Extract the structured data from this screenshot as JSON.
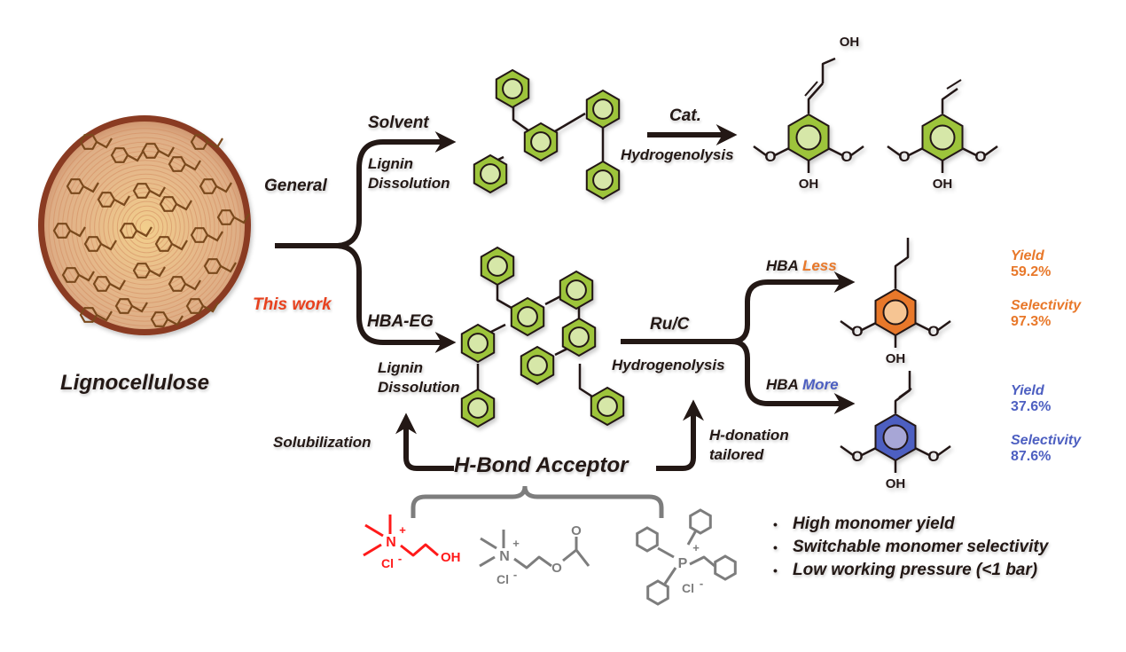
{
  "figure": {
    "source_label": "Lignocellulose",
    "general_route": {
      "branch_label": "General",
      "step1_above": "Solvent",
      "step1_below_line1": "Lignin",
      "step1_below_line2": "Dissolution",
      "step2_above": "Cat.",
      "step2_below": "Hydrogenolysis",
      "products": [
        {
          "name": "coniferyl-type alcohol",
          "substituent_label": "OH",
          "phenol_label": "OH",
          "methoxy_label": "O"
        },
        {
          "name": "vinyl-type monomer",
          "phenol_label": "OH",
          "methoxy_label": "O"
        }
      ]
    },
    "this_work_route": {
      "branch_label": "This work",
      "step1_above": "HBA-EG",
      "step1_below_line1": "Lignin",
      "step1_below_line2": "Dissolution",
      "step2_above": "Ru/C",
      "step2_below": "Hydrogenolysis",
      "outcomes": [
        {
          "condition_prefix": "HBA",
          "condition": "Less",
          "yield_label": "Yield",
          "yield_value": "59.2%",
          "selectivity_label": "Selectivity",
          "selectivity_value": "97.3%",
          "color": "#e8782a",
          "phenol_label": "OH"
        },
        {
          "condition_prefix": "HBA",
          "condition": "More",
          "yield_label": "Yield",
          "yield_value": "37.6%",
          "selectivity_label": "Selectivity",
          "selectivity_value": "87.6%",
          "color": "#4d5fc1",
          "phenol_label": "OH"
        }
      ]
    },
    "hba": {
      "title": "H-Bond Acceptor",
      "left_effect": "Solubilization",
      "right_effect_line1": "H-donation",
      "right_effect_line2": "tailored",
      "molecules": [
        {
          "name": "choline chloride",
          "cation_atom": "N",
          "charge": "+",
          "anion": "Cl",
          "anion_charge": "-",
          "tail": "OH",
          "color": "#ff1a1a"
        },
        {
          "name": "acetylcholine chloride",
          "cation_atom": "N",
          "charge": "+",
          "anion": "Cl",
          "anion_charge": "-",
          "ester_o1": "O",
          "ester_o2": "O",
          "color": "#7d7d7d"
        },
        {
          "name": "benzyltriphenylphosphonium chloride",
          "cation_atom": "P",
          "charge": "+",
          "anion": "Cl",
          "anion_charge": "-",
          "color": "#7d7d7d"
        }
      ]
    },
    "highlights": [
      "High monomer yield",
      "Switchable monomer selectivity",
      "Low working pressure (<1 bar)"
    ],
    "bullet_char": "•",
    "colors": {
      "ring_fill": "#9dc43a",
      "ring_inner": "#d6e7a8",
      "ink": "#231815",
      "accent_red": "#e8411e",
      "less_orange": "#e8782a",
      "less_inner": "#f6c593",
      "more_blue": "#4d5fc1",
      "more_inner": "#a7a6d6",
      "gray": "#7d7d7d"
    }
  }
}
